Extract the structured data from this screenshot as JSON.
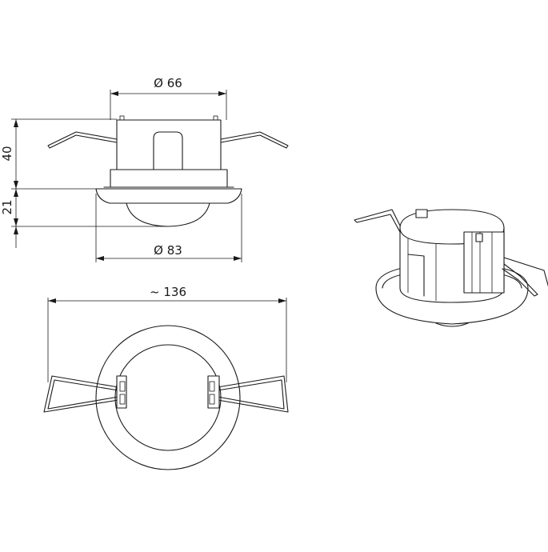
{
  "dimensions": {
    "top_diameter": "Ø 66",
    "bottom_diameter": "Ø 83",
    "height_upper": "40",
    "height_lower": "21",
    "overall_width": "~ 136"
  },
  "colors": {
    "line": "#1a1a1a",
    "background": "#ffffff"
  }
}
